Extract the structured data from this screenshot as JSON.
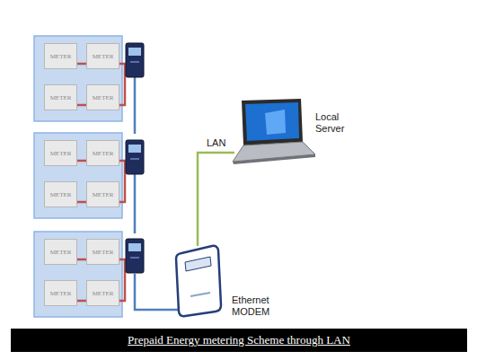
{
  "diagram": {
    "caption": "Prepaid Energy metering Scheme through LAN",
    "nodes": [
      {
        "text": [
          "METER"
        ]
      },
      {
        "text": [
          "METER"
        ]
      },
      {
        "text": [
          "METER"
        ]
      },
      {
        "text": [
          "METER"
        ]
      },
      {
        "text": [
          "METER"
        ]
      },
      {
        "text": [
          "METER"
        ]
      },
      {
        "text": [
          "METER"
        ]
      },
      {
        "text": [
          "METER"
        ]
      },
      {
        "text": [
          "METER"
        ]
      },
      {
        "text": [
          "METER"
        ]
      },
      {
        "text": [
          "METER"
        ]
      },
      {
        "text": [
          "METER"
        ]
      },
      {
        "text": [
          "Ethernet MODEM"
        ]
      },
      {
        "text": [
          "Local Server"
        ]
      }
    ],
    "edges": [
      {
        "from": 0,
        "to": 1,
        "arrow": "none"
      },
      {
        "from": 2,
        "to": 3,
        "arrow": "none"
      },
      {
        "from": 4,
        "to": 5,
        "arrow": "none"
      },
      {
        "from": 6,
        "to": 7,
        "arrow": "none"
      },
      {
        "from": 8,
        "to": 9,
        "arrow": "none"
      },
      {
        "from": 10,
        "to": 11,
        "arrow": "none"
      },
      {
        "from": 12,
        "to": 13,
        "label": "LAN",
        "arrow": "none"
      }
    ]
  }
}
